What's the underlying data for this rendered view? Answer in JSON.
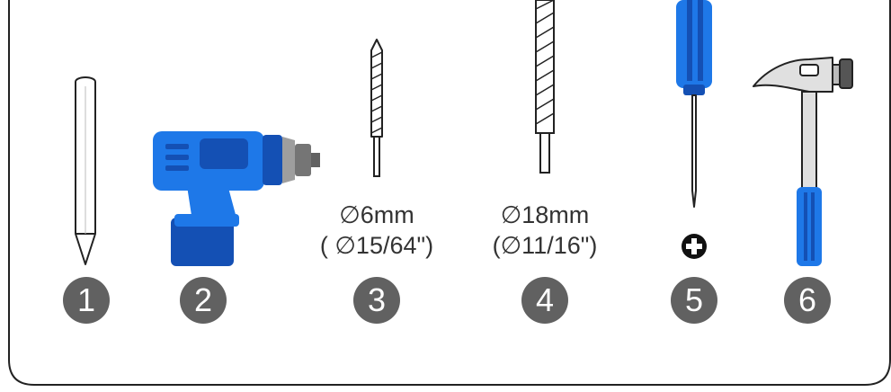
{
  "tools": [
    {
      "number": "1",
      "icon": "pencil-icon"
    },
    {
      "number": "2",
      "icon": "power-drill-icon"
    },
    {
      "number": "3",
      "icon": "drill-bit-icon",
      "diameter": "∅6mm",
      "imperial": "( ∅15/64\")"
    },
    {
      "number": "4",
      "icon": "drill-bit-icon",
      "diameter": "∅18mm",
      "imperial": "(∅11/16\")"
    },
    {
      "number": "5",
      "icon": "phillips-screwdriver-icon"
    },
    {
      "number": "6",
      "icon": "claw-hammer-icon"
    }
  ],
  "colors": {
    "badge": "#616161",
    "tool_blue": "#1E78E8",
    "tool_dark_blue": "#1450B4",
    "outline": "#222222",
    "metal": "#E0E0E0"
  }
}
